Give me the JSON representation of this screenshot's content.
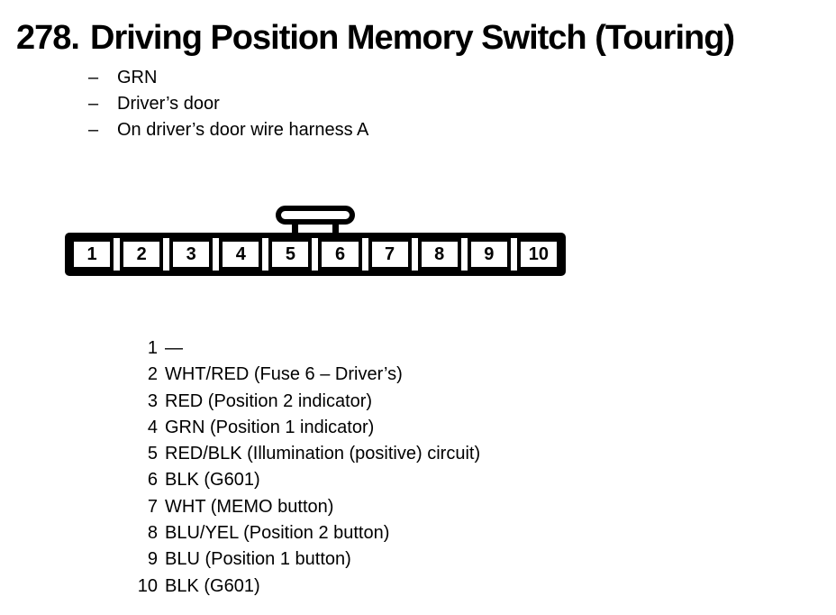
{
  "page": {
    "background_color": "#ffffff",
    "text_color": "#000000"
  },
  "heading": {
    "figure_number": "278.",
    "title": "Driving Position Memory Switch (Touring)"
  },
  "notes": {
    "bullet": "–",
    "items": [
      "GRN",
      "Driver’s door",
      "On driver’s door wire harness A"
    ]
  },
  "connector": {
    "pins": [
      "1",
      "2",
      "3",
      "4",
      "5",
      "6",
      "7",
      "8",
      "9",
      "10"
    ]
  },
  "pin_list": {
    "items": [
      {
        "pin": "1",
        "description": "—"
      },
      {
        "pin": "2",
        "description": "WHT/RED (Fuse 6 – Driver’s)"
      },
      {
        "pin": "3",
        "description": "RED (Position 2 indicator)"
      },
      {
        "pin": "4",
        "description": "GRN (Position 1 indicator)"
      },
      {
        "pin": "5",
        "description": "RED/BLK (Illumination (positive) circuit)"
      },
      {
        "pin": "6",
        "description": "BLK (G601)"
      },
      {
        "pin": "7",
        "description": "WHT (MEMO button)"
      },
      {
        "pin": "8",
        "description": "BLU/YEL (Position 2 button)"
      },
      {
        "pin": "9",
        "description": "BLU (Position 1 button)"
      },
      {
        "pin": "10",
        "description": "BLK (G601)"
      }
    ]
  }
}
